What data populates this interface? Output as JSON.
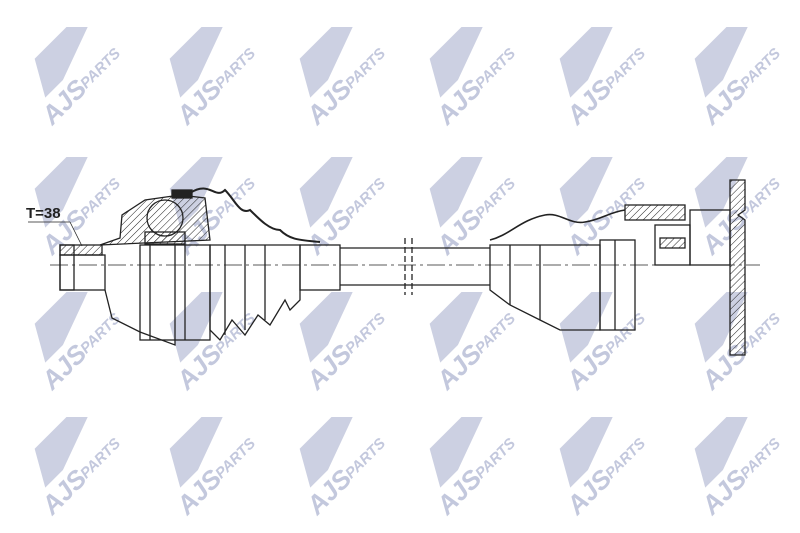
{
  "drawing": {
    "spline_label": "T=38"
  },
  "watermark": {
    "text_main": "AJS",
    "text_sub": "PARTS",
    "color": "#c3c8dd"
  }
}
